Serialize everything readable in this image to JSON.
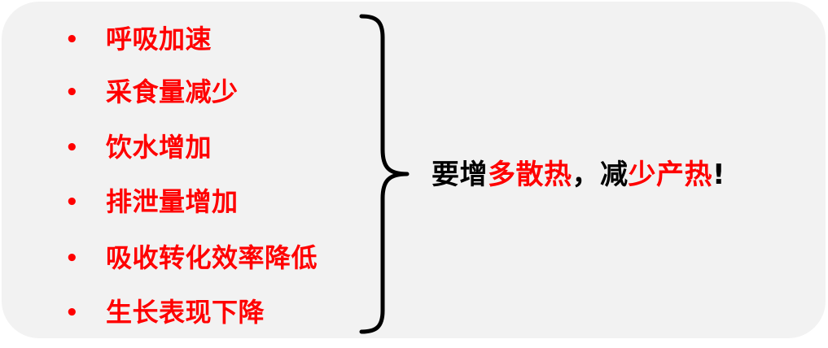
{
  "list": {
    "items": [
      "呼吸加速",
      "采食量减少",
      "饮水增加",
      "排泄量增加",
      "吸收转化效率降低",
      "生长表现下降"
    ],
    "bullet": "•"
  },
  "conclusion": {
    "segments": [
      {
        "text": "要增",
        "color": "black"
      },
      {
        "text": "多散热",
        "color": "red"
      },
      {
        "text": "，减",
        "color": "black"
      },
      {
        "text": "少产热",
        "color": "red"
      },
      {
        "text": "!",
        "color": "black"
      }
    ]
  },
  "colors": {
    "accent": "#ff0000",
    "text": "#000000",
    "background": "#f2f2f2"
  }
}
